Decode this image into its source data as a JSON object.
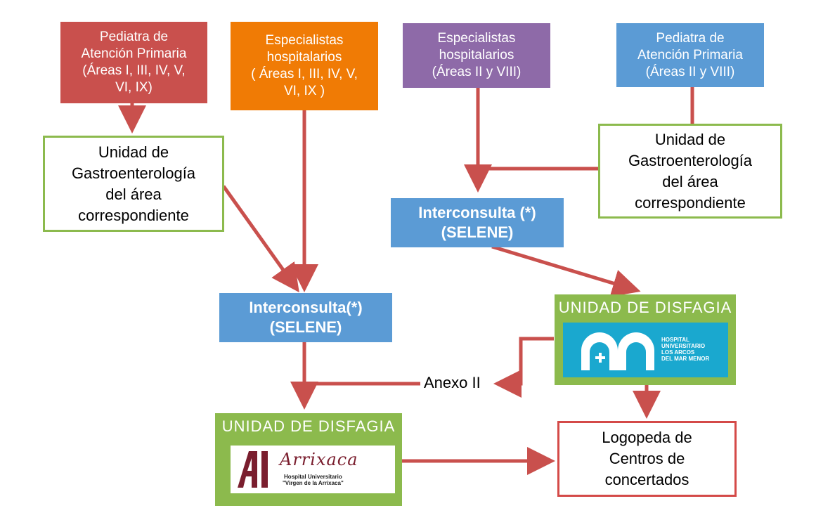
{
  "sources": {
    "pediatra_left": [
      "Pediatra de",
      "Atención Primaria",
      "(Áreas I, III, IV, V,",
      "VI, IX)"
    ],
    "especialistas_left": [
      "Especialistas",
      "hospitalarios",
      "( Áreas I, III, IV, V,",
      "VI, IX )"
    ],
    "especialistas_right": [
      "Especialistas",
      "hospitalarios",
      "(Áreas II y VIII)"
    ],
    "pediatra_right": [
      "Pediatra de",
      "Atención Primaria",
      "(Áreas II y VIII)"
    ]
  },
  "gastro_left": [
    "Unidad de",
    "Gastroenterología",
    "del área",
    "correspondiente"
  ],
  "gastro_right": [
    "Unidad de",
    "Gastroenterología",
    "del área",
    "correspondiente"
  ],
  "inter_right": [
    "Interconsulta (*)",
    "(SELENE)"
  ],
  "inter_left": [
    "Interconsulta(*)",
    "(SELENE)"
  ],
  "disfagia_right": {
    "title": "UNIDAD DE DISFAGIA",
    "logo_text": [
      "HOSPITAL",
      "UNIVERSITARIO",
      "LOS ARCOS",
      "DEL MAR MENOR"
    ]
  },
  "disfagia_left": {
    "title": "UNIDAD DE DISFAGIA",
    "logo_mark": "A",
    "logo_name": "Arrixaca",
    "logo_sub": [
      "Hospital Universitario",
      "\"Virgen de la Arrixaca\""
    ]
  },
  "anexo": "Anexo II",
  "logopeda": [
    "Logopeda de",
    "Centros de",
    "concertados"
  ],
  "colors": {
    "arrow": "#c9504d",
    "red": "#c9504d",
    "orange": "#f07b05",
    "purple": "#8e6aa8",
    "blue": "#5b9bd5",
    "green": "#8cba4d",
    "logo_blue": "#1aa8cf",
    "arrixaca": "#7a1e2e"
  }
}
